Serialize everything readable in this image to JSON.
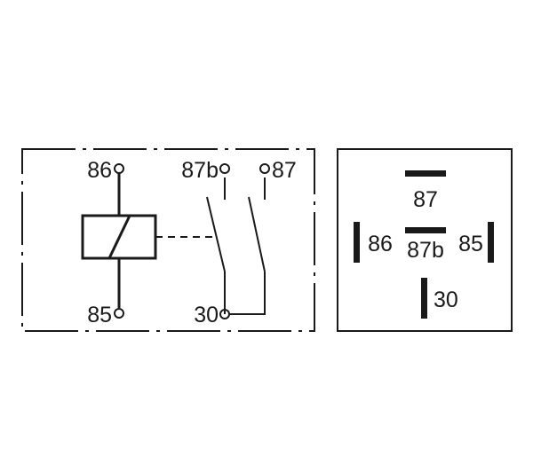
{
  "schematic": {
    "terminals": {
      "t86": "86",
      "t85": "85",
      "t87b": "87b",
      "t87": "87",
      "t30": "30"
    }
  },
  "pinout": {
    "pins": {
      "p87": "87",
      "p86": "86",
      "p87b": "87b",
      "p85": "85",
      "p30": "30"
    }
  },
  "colors": {
    "line": "#1a1a1a",
    "background": "#ffffff"
  }
}
